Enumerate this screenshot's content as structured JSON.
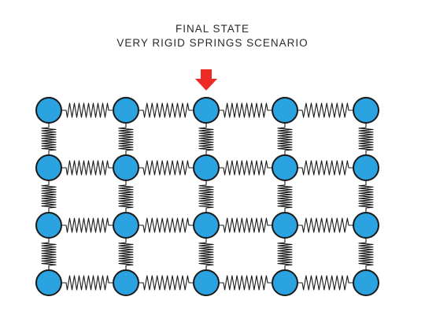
{
  "title": {
    "line1": "FINAL STATE",
    "line2": "VERY RIGID SPRINGS SCENARIO"
  },
  "lattice": {
    "rows": 4,
    "columns": 5,
    "node_color": "#2aa3e0",
    "node_stroke": "#1a1a1a",
    "spring_color": "#1a1a1a"
  },
  "force_arrow": {
    "color": "#ee2a24",
    "column_index": 2
  }
}
